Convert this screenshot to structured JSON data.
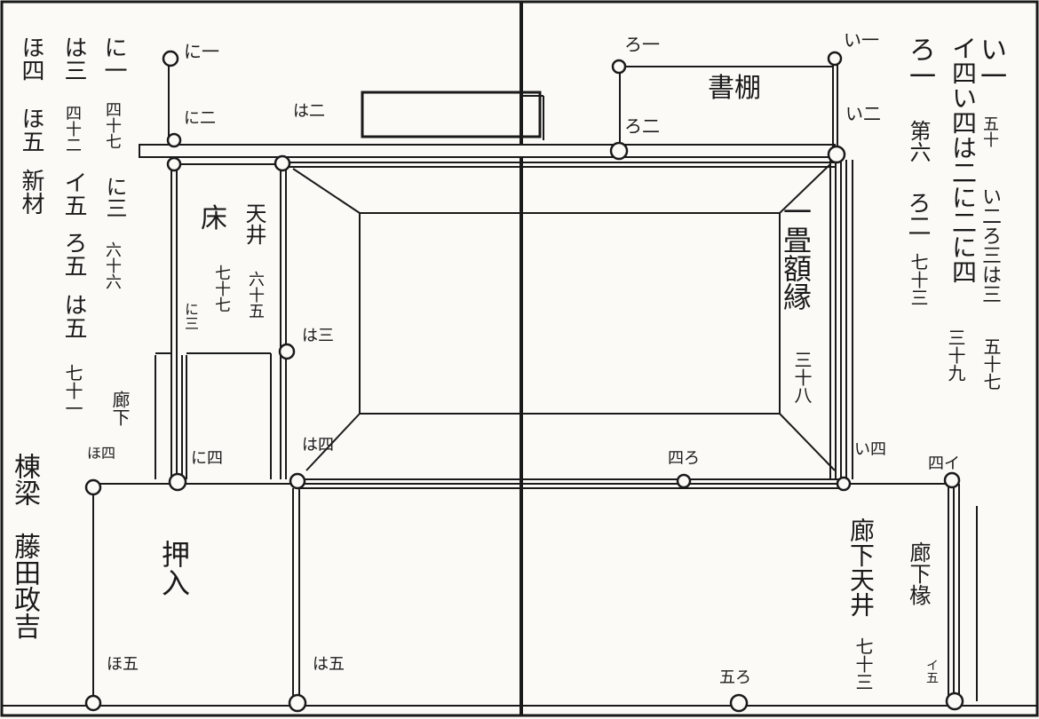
{
  "left_page": {
    "notes": [
      "ほ四",
      "は三",
      "に一",
      "ほ五",
      "四十二",
      "四十七",
      "新材",
      "イ五",
      "に三",
      "ろ五",
      "六十六",
      "は五",
      "七十一"
    ],
    "carpenter": [
      "棟梁",
      "藤田政吉"
    ]
  },
  "right_page": {
    "notes": [
      "い一",
      "イ四い四は二に二に四",
      "五十",
      "い二ろ三は三",
      "ろ一",
      "第六",
      "ろ二",
      "七十三",
      "三十九",
      "五十七"
    ]
  },
  "rooms": {
    "tokonoma": "床",
    "tokonoma_ceiling": "天井",
    "tokonoma_ceiling_num": "六十五",
    "tokonoma_num": "七十七",
    "shelf": "書棚",
    "mat": "一畳額縁",
    "mat_num": "三十八",
    "closet": "押入",
    "corridor": "廊下天井",
    "corridor_num": "七十三",
    "left_hallway": "廊下",
    "right_hallway": "廊下椽"
  },
  "post_labels": {
    "ni1": "に一",
    "ni2": "に二",
    "ni3": "に三",
    "ni4": "に四",
    "ha2": "は二",
    "ha3": "は三",
    "ha4": "は四",
    "ha5": "は五",
    "ho4": "ほ四",
    "ho5": "ほ五",
    "ro1": "ろ一",
    "ro2": "ろ二",
    "ro4": "四ろ",
    "ro5": "五ろ",
    "i1": "い一",
    "i2": "い二",
    "i4": "い四",
    "i4b": "四イ",
    "i5": "イ五"
  }
}
